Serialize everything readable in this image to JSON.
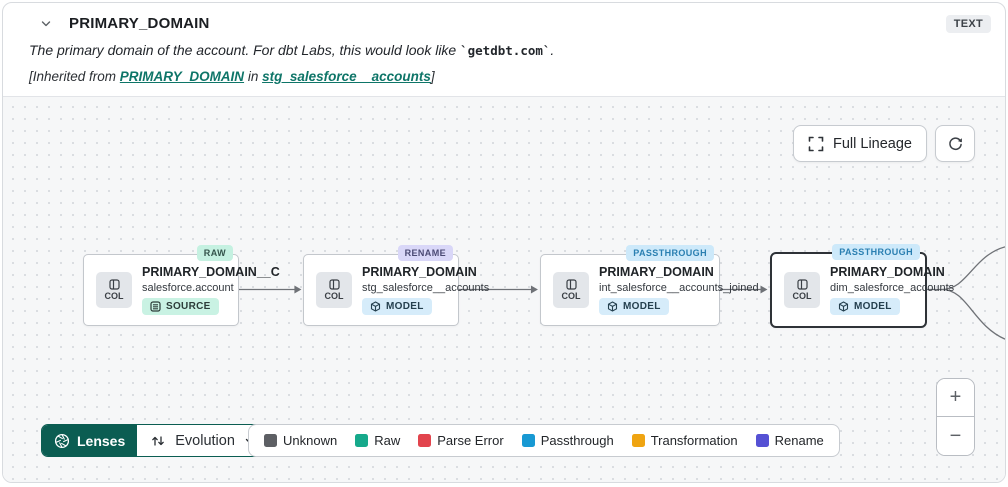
{
  "header": {
    "title": "PRIMARY_DOMAIN",
    "type_badge": "TEXT",
    "description_prefix": "The primary domain of the account. For dbt Labs, this would look like ",
    "description_code": "`getdbt.com`",
    "description_suffix": ".",
    "inherited": {
      "prefix": "[Inherited from ",
      "link1": "PRIMARY_DOMAIN",
      "middle": " in ",
      "link2": "stg_salesforce__accounts",
      "suffix": "]"
    }
  },
  "canvas": {
    "full_lineage_label": "Full Lineage",
    "nodes": [
      {
        "title": "PRIMARY_DOMAIN__C",
        "subtitle": "salesforce.account",
        "resource_type": "SOURCE",
        "tag": "RAW",
        "col_label": "COL",
        "selected": false
      },
      {
        "title": "PRIMARY_DOMAIN",
        "subtitle": "stg_salesforce__accounts",
        "resource_type": "MODEL",
        "tag": "RENAME",
        "col_label": "COL",
        "selected": false
      },
      {
        "title": "PRIMARY_DOMAIN",
        "subtitle": "int_salesforce__accounts_joined",
        "resource_type": "MODEL",
        "tag": "PASSTHROUGH",
        "col_label": "COL",
        "selected": false
      },
      {
        "title": "PRIMARY_DOMAIN",
        "subtitle": "dim_salesforce_accounts",
        "resource_type": "MODEL",
        "tag": "PASSTHROUGH",
        "col_label": "COL",
        "selected": true
      }
    ],
    "zoom_in": "+",
    "zoom_out": "−"
  },
  "toolbar": {
    "lenses_label": "Lenses",
    "lens_selected": "Evolution"
  },
  "legend": {
    "items": [
      {
        "label": "Unknown",
        "color": "#5d5f64"
      },
      {
        "label": "Raw",
        "color": "#16a98b"
      },
      {
        "label": "Parse Error",
        "color": "#e2444d"
      },
      {
        "label": "Passthrough",
        "color": "#1899d3"
      },
      {
        "label": "Transformation",
        "color": "#efa411"
      },
      {
        "label": "Rename",
        "color": "#5551d4"
      }
    ]
  },
  "colors": {
    "accent_teal": "#0e7568",
    "lenses_button": "#0b5d52",
    "tag_raw_bg": "#c5f1e1",
    "tag_rename_bg": "#d9d7f8",
    "tag_passthrough_bg": "#cde9fa",
    "canvas_bg": "#f6f7f8",
    "edge": "#6f7277"
  }
}
